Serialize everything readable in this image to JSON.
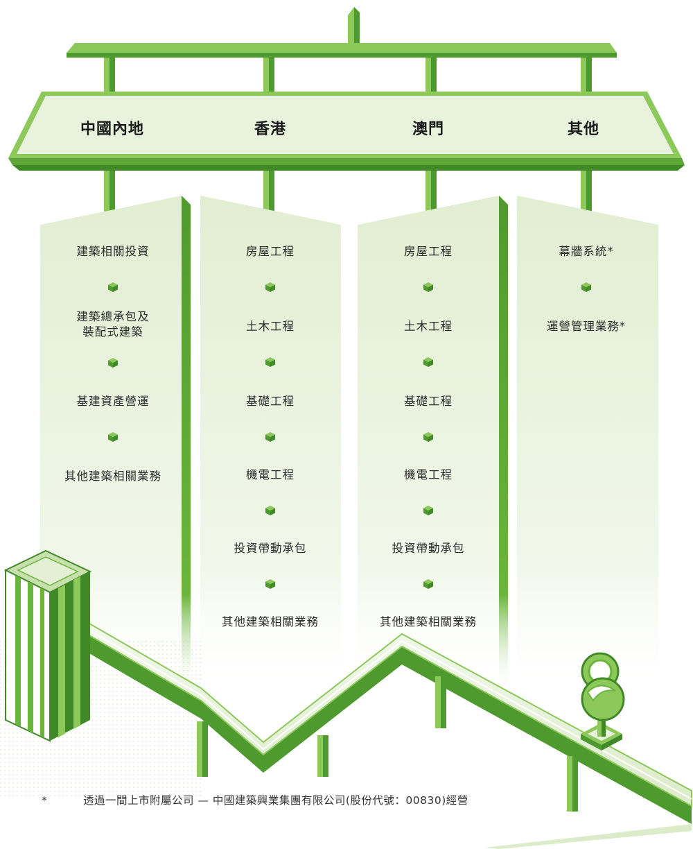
{
  "regions": [
    {
      "title": "中國內地",
      "items": [
        "建築相關投資",
        "建築總承包及\n裝配式建築",
        "基建資產營運",
        "其他建築相關業務"
      ]
    },
    {
      "title": "香港",
      "items": [
        "房屋工程",
        "土木工程",
        "基礎工程",
        "機電工程",
        "投資帶動承包",
        "其他建築相關業務"
      ]
    },
    {
      "title": "澳門",
      "items": [
        "房屋工程",
        "土木工程",
        "基礎工程",
        "機電工程",
        "投資帶動承包",
        "其他建築相關業務"
      ]
    },
    {
      "title": "其他",
      "items": [
        "幕牆系統*",
        "運營管理業務*"
      ]
    }
  ],
  "footnote": {
    "mark": "*",
    "text": "透過一間上市附屬公司 — 中國建築興業集團有限公司(股份代號：00830)經營"
  },
  "colors": {
    "green_dark": "#3f8a26",
    "green_mid": "#6ab53c",
    "green_light": "#8cc85a",
    "panel_top": "#e3efd4",
    "panel_fade": "#ffffff",
    "banner_fill": "#e8f2dc"
  }
}
